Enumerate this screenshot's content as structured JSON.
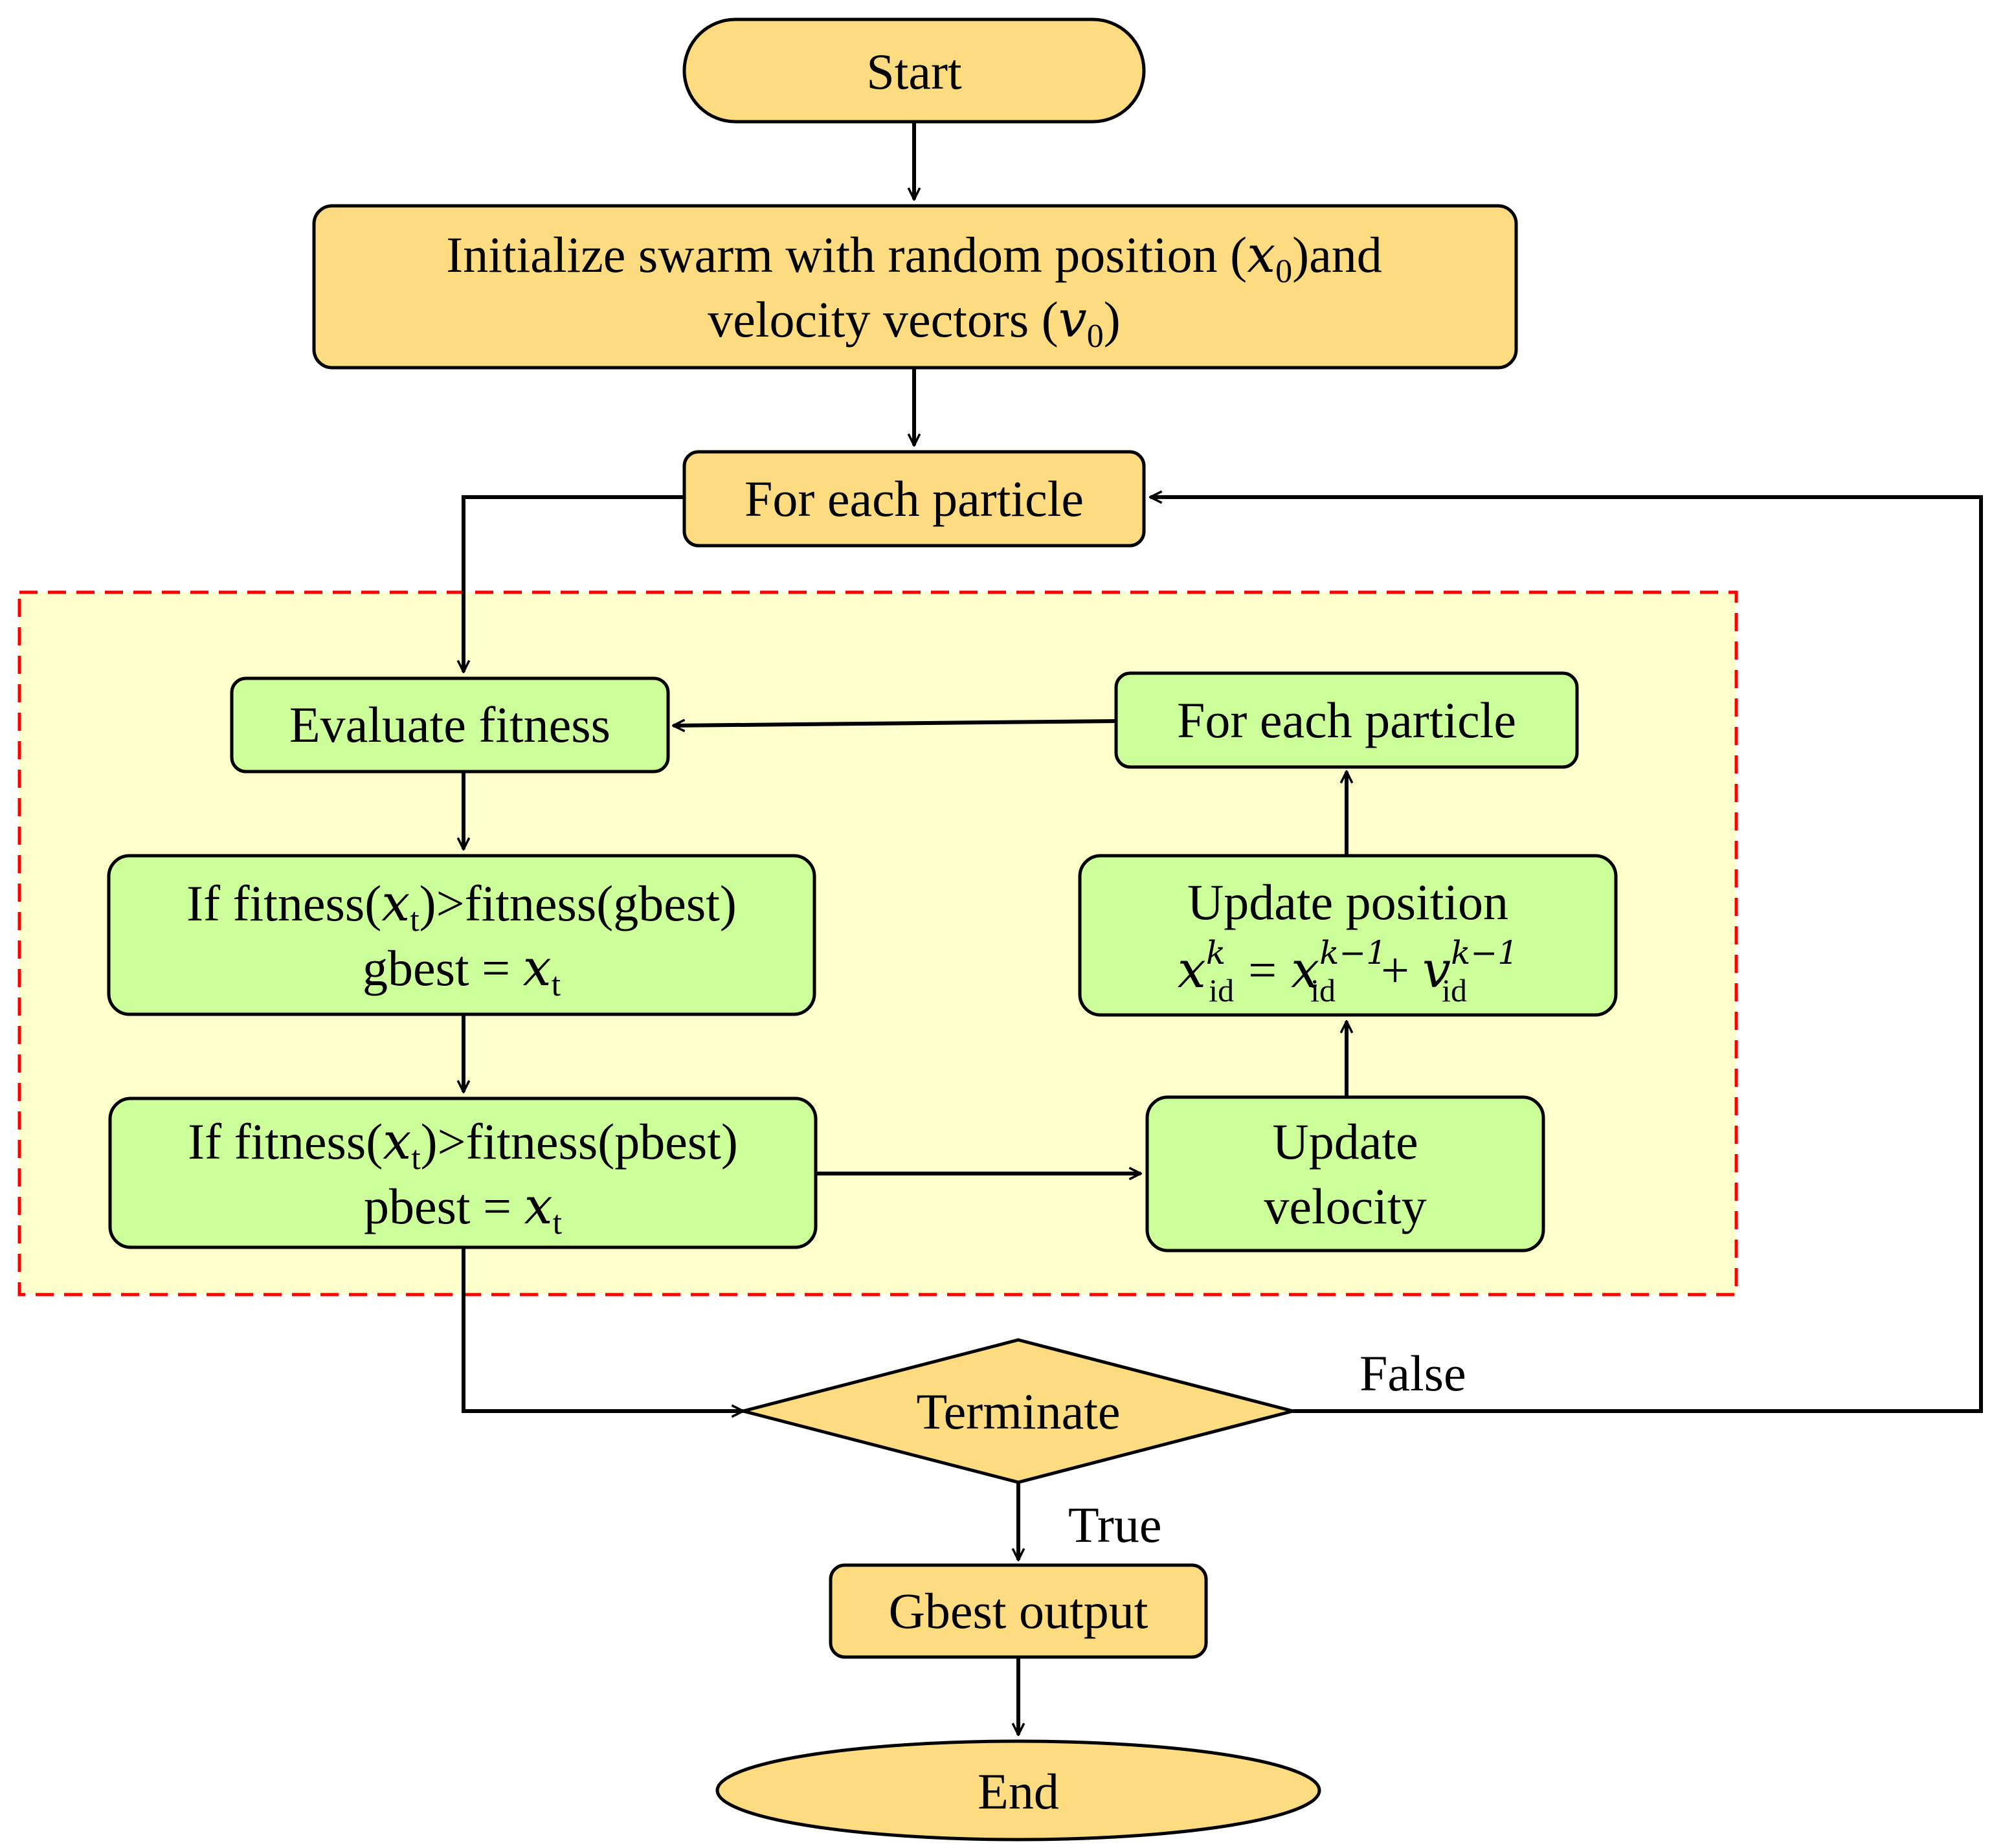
{
  "colors": {
    "terminal_fill": "#FDDB80",
    "process_fill": "#CCFF99",
    "region_fill": "#FFFFCC",
    "region_border": "#FF0000",
    "stroke": "#000000"
  },
  "nodes": {
    "start": {
      "label": "Start"
    },
    "init": {
      "line1_prefix": "Initialize swarm with random position (",
      "line1_var": "x",
      "line1_sub": "0",
      "line1_suffix": ")and",
      "line2_prefix": "velocity vectors (",
      "line2_var": "v",
      "line2_sub": "0",
      "line2_suffix": ")"
    },
    "loop_outer": {
      "label": "For each particle"
    },
    "evaluate": {
      "label": "Evaluate fitness"
    },
    "gbest_check": {
      "line1_prefix": "If fitness(",
      "var": "x",
      "sub": "t",
      "line1_suffix": ")>fitness(gbest)",
      "line2_prefix": "gbest = "
    },
    "pbest_check": {
      "line1_prefix": "If fitness(",
      "var": "x",
      "sub": "t",
      "line1_suffix": ")>fitness(pbest)",
      "line2_prefix": "pbest = "
    },
    "update_velocity": {
      "line1": "Update",
      "line2": "velocity"
    },
    "update_position": {
      "title": "Update position",
      "var_x": "x",
      "var_v": "v",
      "sub": "id",
      "sup_k": "k",
      "sup_k1": "k−1",
      "equals": "=",
      "plus": "+"
    },
    "loop_inner": {
      "label": "For each particle"
    },
    "terminate": {
      "label": "Terminate"
    },
    "gbest_output": {
      "label": "Gbest output"
    },
    "end": {
      "label": "End"
    }
  },
  "edge_labels": {
    "false": "False",
    "true": "True"
  }
}
